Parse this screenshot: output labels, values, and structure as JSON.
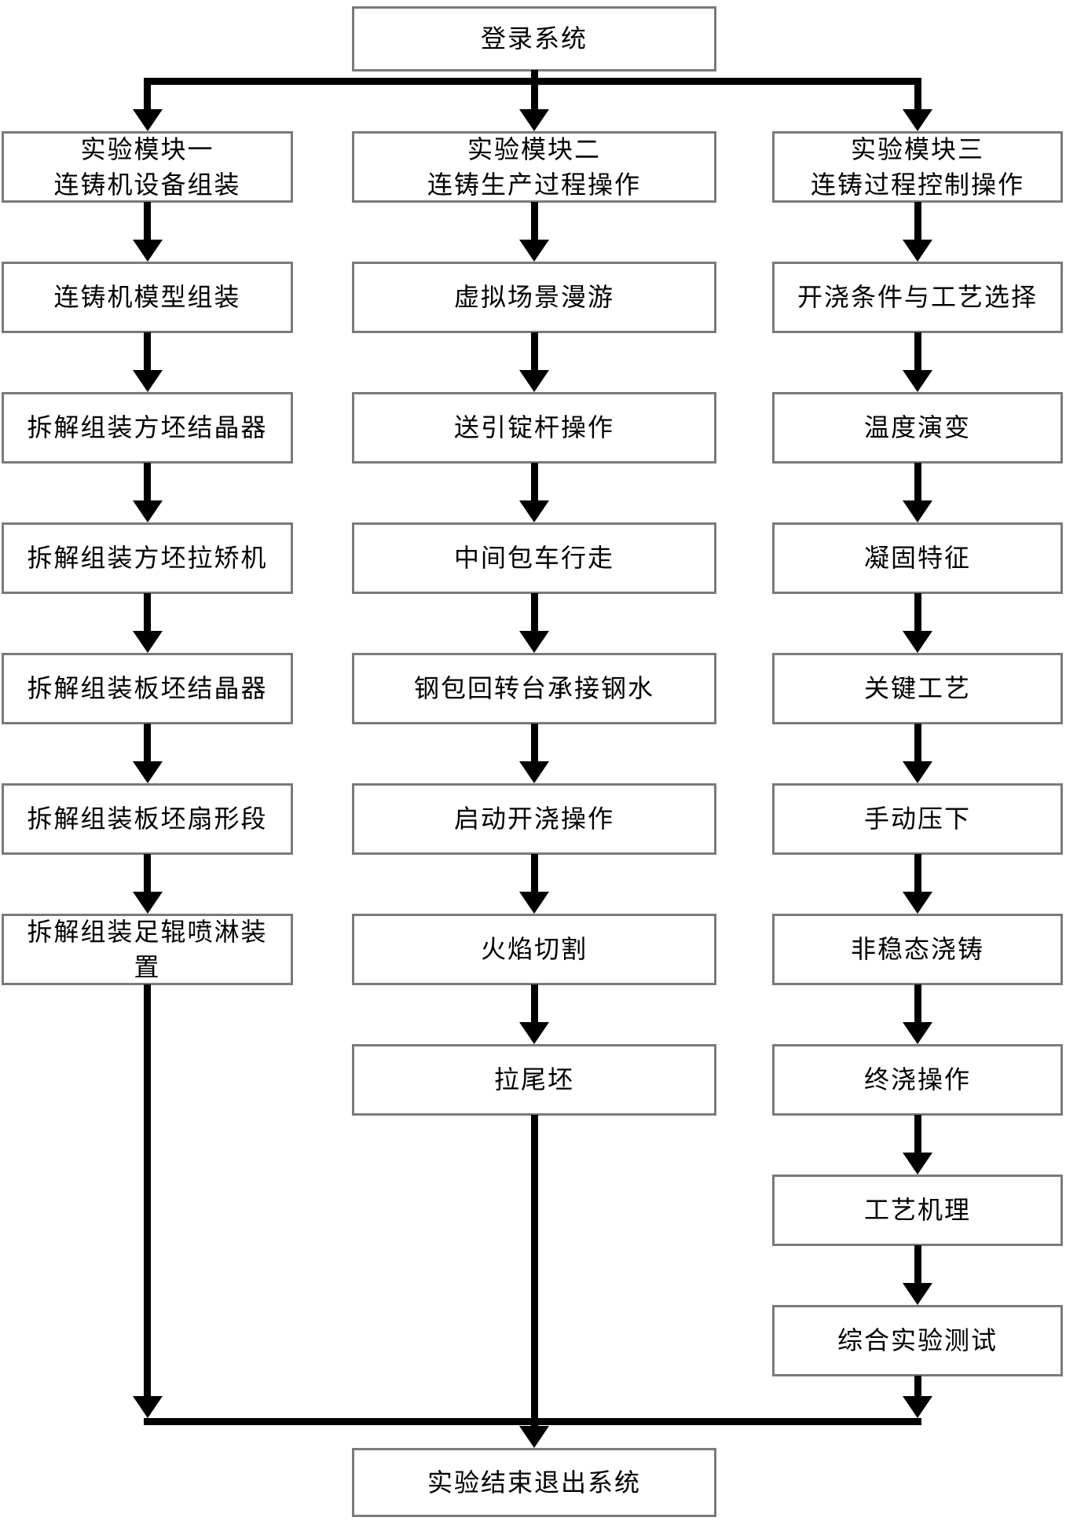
{
  "flowchart": {
    "start": {
      "label": "登录系统"
    },
    "end": {
      "label": "实验结束退出系统"
    },
    "columns": [
      {
        "id": "module-1",
        "header": [
          "实验模块一",
          "连铸机设备组装"
        ],
        "steps": [
          "连铸机模型组装",
          "拆解组装方坯结晶器",
          "拆解组装方坯拉矫机",
          "拆解组装板坯结晶器",
          "拆解组装板坯扇形段",
          "拆解组装足辊喷淋装\n置"
        ]
      },
      {
        "id": "module-2",
        "header": [
          "实验模块二",
          "连铸生产过程操作"
        ],
        "steps": [
          "虚拟场景漫游",
          "送引锭杆操作",
          "中间包车行走",
          "钢包回转台承接钢水",
          "启动开浇操作",
          "火焰切割",
          "拉尾坯"
        ]
      },
      {
        "id": "module-3",
        "header": [
          "实验模块三",
          "连铸过程控制操作"
        ],
        "steps": [
          "开浇条件与工艺选择",
          "温度演变",
          "凝固特征",
          "关键工艺",
          "手动压下",
          "非稳态浇铸",
          "终浇操作",
          "工艺机理",
          "综合实验测试"
        ]
      }
    ],
    "colors": {
      "box_border": "#7a7a7a",
      "line": "#000000",
      "background": "#ffffff",
      "text": "#000000"
    }
  }
}
